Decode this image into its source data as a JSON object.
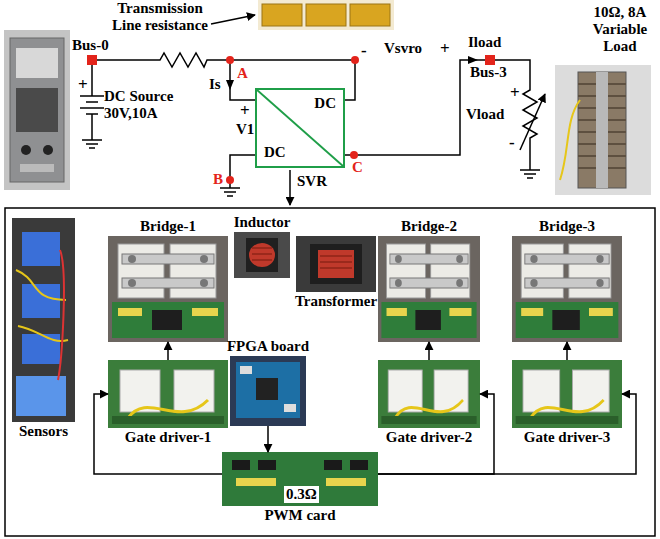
{
  "diagram": {
    "nodes": [
      {
        "text": [
          "DC",
          "DC"
        ]
      },
      {
        "text": [
          "Bridge-1"
        ]
      },
      {
        "text": [
          "Inductor"
        ]
      },
      {
        "text": [
          "Bridge-2"
        ]
      },
      {
        "text": [
          "Bridge-3"
        ]
      },
      {
        "text": [
          "Transformer"
        ]
      },
      {
        "text": [
          "Sensors"
        ]
      },
      {
        "text": [
          "FPGA board"
        ]
      },
      {
        "text": [
          "Gate driver-1"
        ]
      },
      {
        "text": [
          "Gate driver-2"
        ]
      },
      {
        "text": [
          "Gate driver-3"
        ]
      },
      {
        "text": [
          "PWM card"
        ]
      }
    ],
    "edges": [
      {
        "from": 8,
        "to": 1,
        "arrow": "to"
      },
      {
        "from": 9,
        "to": 3,
        "arrow": "to"
      },
      {
        "from": 10,
        "to": 4,
        "arrow": "to"
      },
      {
        "from": 7,
        "to": 11,
        "arrow": "to"
      },
      {
        "from": 11,
        "to": 8,
        "arrow": "to"
      },
      {
        "from": 11,
        "to": 9,
        "arrow": "to"
      },
      {
        "from": 11,
        "to": 10,
        "arrow": "to"
      }
    ],
    "labels": [
      "Transmission Line resistance",
      "Bus-0",
      "+",
      "DC Source 30V,10A",
      "A",
      "Is",
      "+",
      "V1",
      "B",
      "-",
      "Vsvro",
      "+",
      "C",
      "SVR",
      "Iload",
      "Bus-3",
      "+",
      "Vload",
      "-",
      "10Ω, 8A Variable Load",
      "0.3Ω"
    ]
  }
}
